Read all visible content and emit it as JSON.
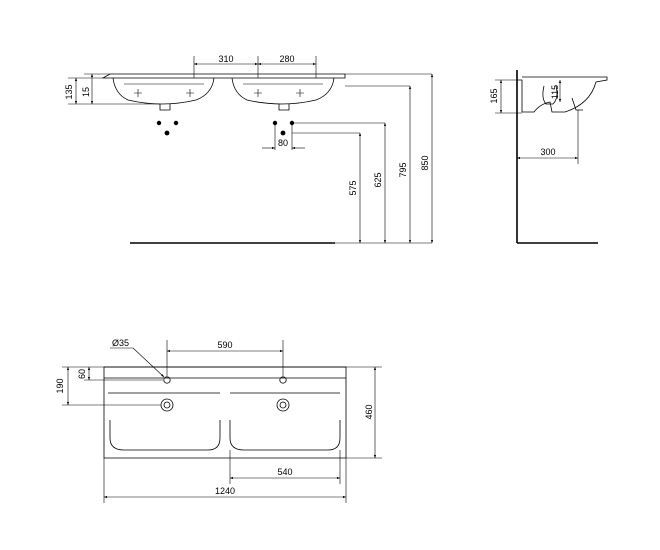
{
  "dimensions": {
    "front": {
      "d310": "310",
      "d280": "280",
      "d135": "135",
      "d15": "15",
      "d80": "80",
      "d575": "575",
      "d625": "625",
      "d795": "795",
      "d850": "850"
    },
    "side": {
      "d165": "165",
      "d115": "115",
      "d300": "300"
    },
    "top": {
      "d35": "Ø35",
      "d590": "590",
      "d60": "60",
      "d190": "190",
      "d460": "460",
      "d540": "540",
      "d1240": "1240"
    }
  },
  "colors": {
    "line": "#000000",
    "background": "#ffffff"
  }
}
